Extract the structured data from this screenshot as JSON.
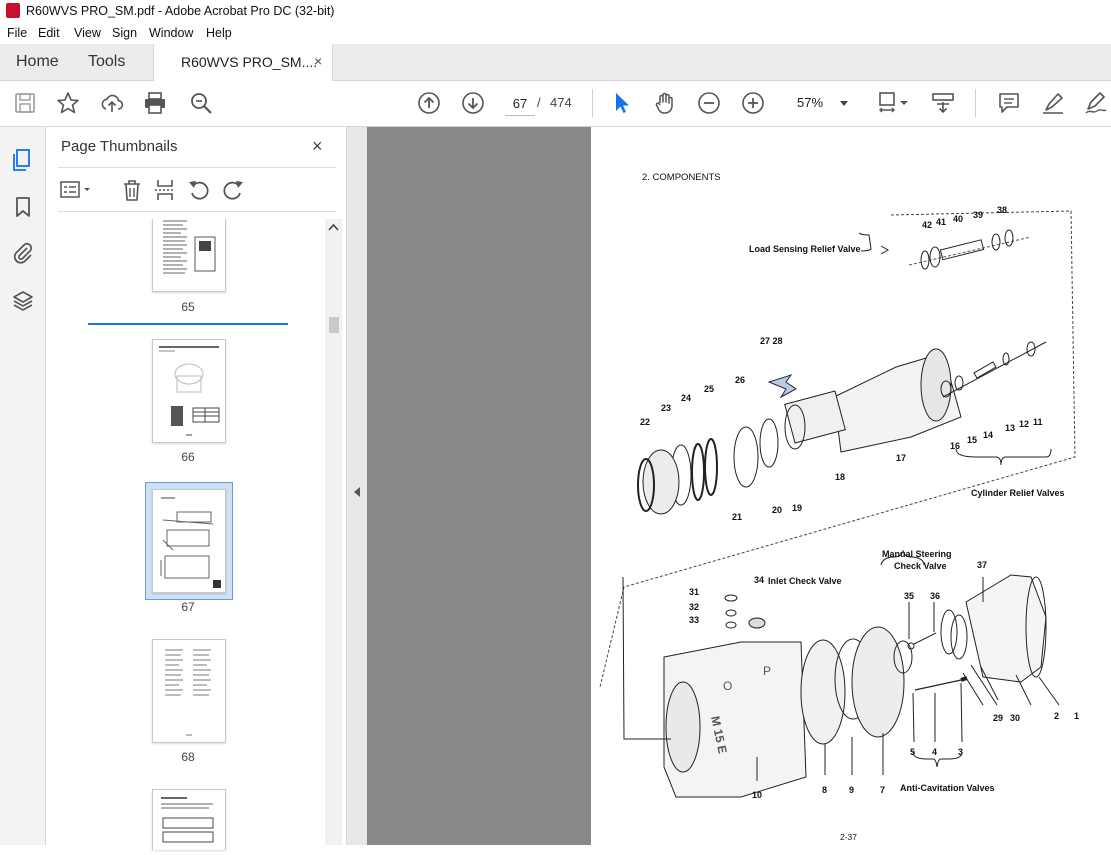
{
  "window": {
    "title": "R60WVS PRO_SM.pdf - Adobe Acrobat Pro DC (32-bit)"
  },
  "menu": [
    "File",
    "Edit",
    "View",
    "Sign",
    "Window",
    "Help"
  ],
  "tabs": {
    "home": "Home",
    "tools": "Tools",
    "document": "R60WVS PRO_SM....",
    "close": "×"
  },
  "toolbar": {
    "current_page": "67",
    "page_separator": "/",
    "total_pages": "474",
    "zoom": "57%"
  },
  "thumbnails": {
    "title": "Page Thumbnails",
    "close": "×",
    "pages": [
      {
        "label": "65"
      },
      {
        "label": "66"
      },
      {
        "label": "67",
        "selected": true
      },
      {
        "label": "68"
      }
    ]
  },
  "document": {
    "heading": "2. COMPONENTS",
    "page_footer": "2-37",
    "labels": {
      "load_sensing": "Load Sensing Relief Valve",
      "cylinder_relief": "Cylinder Relief Valves",
      "manual_steering": "Manual Steering",
      "check_valve": "Check Valve",
      "inlet_check": "Inlet Check Valve",
      "anti_cavitation": "Anti-Cavitation Valves"
    },
    "part_numbers": [
      "42",
      "41",
      "40",
      "39",
      "38",
      "27 28",
      "26",
      "25",
      "24",
      "23",
      "22",
      "21",
      "20",
      "19",
      "18",
      "17",
      "16",
      "15",
      "14",
      "13",
      "12",
      "11",
      "31",
      "32",
      "33",
      "34",
      "35",
      "36",
      "37",
      "29",
      "30",
      "2",
      "1",
      "10",
      "8",
      "9",
      "7",
      "5",
      "4",
      "3"
    ]
  },
  "colors": {
    "accent": "#1473e6",
    "doc_background": "#888888",
    "acrobat_red": "#c8102e"
  }
}
